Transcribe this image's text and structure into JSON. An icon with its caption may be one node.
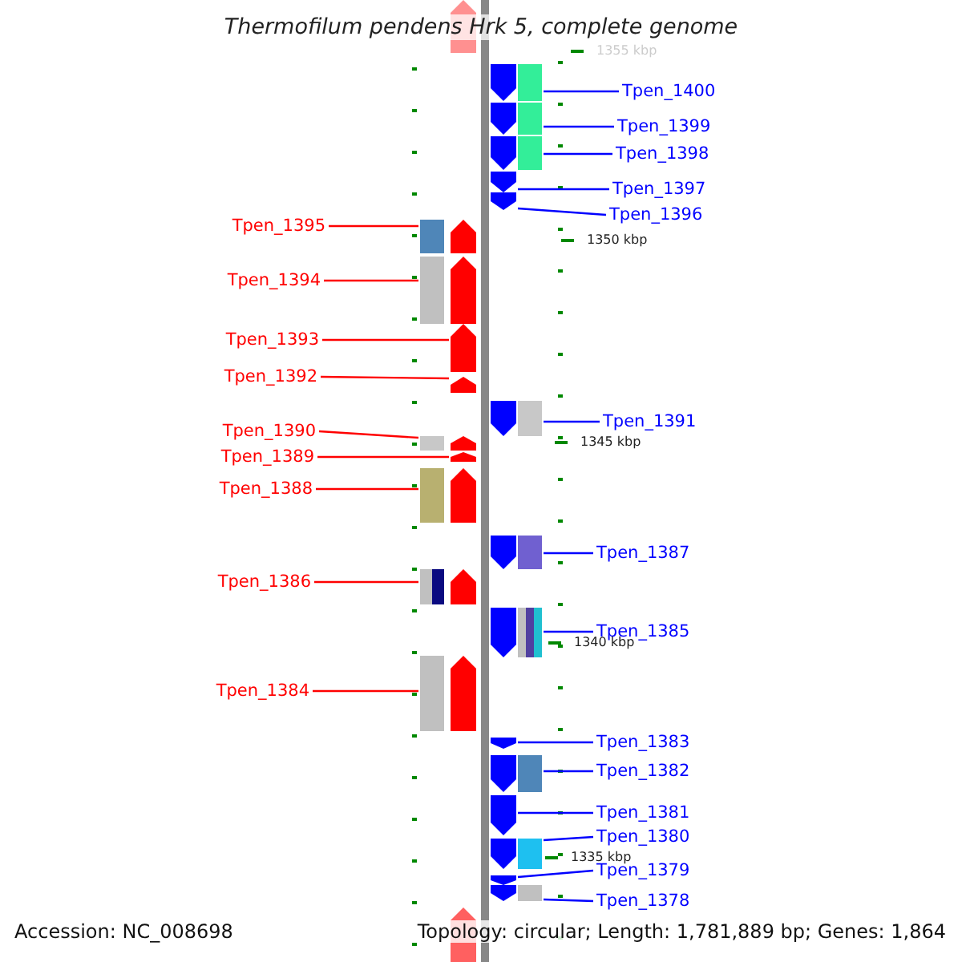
{
  "diagram": {
    "title": "Thermofilum pendens Hrk 5, complete genome",
    "nodes": [
      {
        "text": [
          "Tpen_1400"
        ]
      },
      {
        "text": [],
        "shape": "arrow"
      },
      {
        "text": [
          "Tpen_1399"
        ]
      },
      {
        "text": [],
        "shape": "arrow"
      },
      {
        "text": [
          "Tpen_1398"
        ]
      },
      {
        "text": [],
        "shape": "arrow"
      },
      {
        "text": [
          "Tpen_1397"
        ]
      },
      {
        "text": [],
        "shape": "arrow"
      },
      {
        "text": [
          "Tpen_1396"
        ]
      },
      {
        "text": [],
        "shape": "arrow"
      },
      {
        "text": [
          "Tpen_1395"
        ]
      },
      {
        "text": [],
        "shape": "arrow"
      },
      {
        "text": [
          "Tpen_1394"
        ]
      },
      {
        "text": [],
        "shape": "arrow"
      },
      {
        "text": [
          "Tpen_1393"
        ]
      },
      {
        "text": [],
        "shape": "arrow"
      },
      {
        "text": [
          "Tpen_1392"
        ]
      },
      {
        "text": [],
        "shape": "arrow"
      },
      {
        "text": [
          "Tpen_1391"
        ]
      },
      {
        "text": [],
        "shape": "arrow"
      },
      {
        "text": [
          "Tpen_1390"
        ]
      },
      {
        "text": [],
        "shape": "arrow"
      },
      {
        "text": [
          "Tpen_1389"
        ]
      },
      {
        "text": [],
        "shape": "arrow"
      },
      {
        "text": [
          "Tpen_1388"
        ]
      },
      {
        "text": [],
        "shape": "arrow"
      },
      {
        "text": [
          "Tpen_1387"
        ]
      },
      {
        "text": [],
        "shape": "arrow"
      },
      {
        "text": [
          "Tpen_1386"
        ]
      },
      {
        "text": [],
        "shape": "arrow"
      },
      {
        "text": [
          "Tpen_1385"
        ]
      },
      {
        "text": [],
        "shape": "arrow"
      },
      {
        "text": [
          "Tpen_1384"
        ]
      },
      {
        "text": [],
        "shape": "arrow"
      },
      {
        "text": [
          "Tpen_1383"
        ]
      },
      {
        "text": [],
        "shape": "arrow"
      },
      {
        "text": [
          "Tpen_1382"
        ]
      },
      {
        "text": [],
        "shape": "arrow"
      },
      {
        "text": [
          "Tpen_1381"
        ]
      },
      {
        "text": [],
        "shape": "arrow"
      },
      {
        "text": [
          "Tpen_1380"
        ]
      },
      {
        "text": [],
        "shape": "arrow"
      },
      {
        "text": [
          "Tpen_1379"
        ]
      },
      {
        "text": [],
        "shape": "arrow"
      },
      {
        "text": [
          "Tpen_1378"
        ]
      },
      {
        "text": [],
        "shape": "arrow"
      }
    ],
    "edges": [
      {
        "from": 0,
        "to": 1,
        "arrow": "none"
      },
      {
        "from": 2,
        "to": 3,
        "arrow": "none"
      },
      {
        "from": 4,
        "to": 5,
        "arrow": "none"
      },
      {
        "from": 6,
        "to": 7,
        "arrow": "none"
      },
      {
        "from": 8,
        "to": 9,
        "arrow": "none"
      },
      {
        "from": 10,
        "to": 11,
        "arrow": "none",
        "color": "#ff0000"
      },
      {
        "from": 12,
        "to": 13,
        "arrow": "none",
        "color": "#ff0000"
      },
      {
        "from": 14,
        "to": 15,
        "arrow": "none",
        "color": "#ff0000"
      },
      {
        "from": 16,
        "to": 17,
        "arrow": "none",
        "color": "#ff0000"
      },
      {
        "from": 18,
        "to": 19,
        "arrow": "none"
      },
      {
        "from": 20,
        "to": 21,
        "arrow": "none",
        "color": "#ff0000"
      },
      {
        "from": 22,
        "to": 23,
        "arrow": "none",
        "color": "#ff0000"
      },
      {
        "from": 24,
        "to": 25,
        "arrow": "none",
        "color": "#ff0000"
      },
      {
        "from": 26,
        "to": 27,
        "arrow": "none"
      },
      {
        "from": 28,
        "to": 29,
        "arrow": "none",
        "color": "#ff0000"
      },
      {
        "from": 30,
        "to": 31,
        "arrow": "none"
      },
      {
        "from": 32,
        "to": 33,
        "arrow": "none",
        "color": "#ff0000"
      },
      {
        "from": 34,
        "to": 35,
        "arrow": "none"
      },
      {
        "from": 36,
        "to": 37,
        "arrow": "none"
      },
      {
        "from": 38,
        "to": 39,
        "arrow": "none"
      },
      {
        "from": 40,
        "to": 41,
        "arrow": "none"
      },
      {
        "from": 42,
        "to": 43,
        "arrow": "none"
      },
      {
        "from": 44,
        "to": 45,
        "arrow": "none"
      }
    ],
    "labels": [
      "1355 kbp",
      "1350 kbp",
      "1345 kbp",
      "1340 kbp",
      "1335 kbp",
      "Accession: NC_008698",
      "Topology: circular; Length: 1,781,889 bp; Genes: 1,864"
    ]
  }
}
